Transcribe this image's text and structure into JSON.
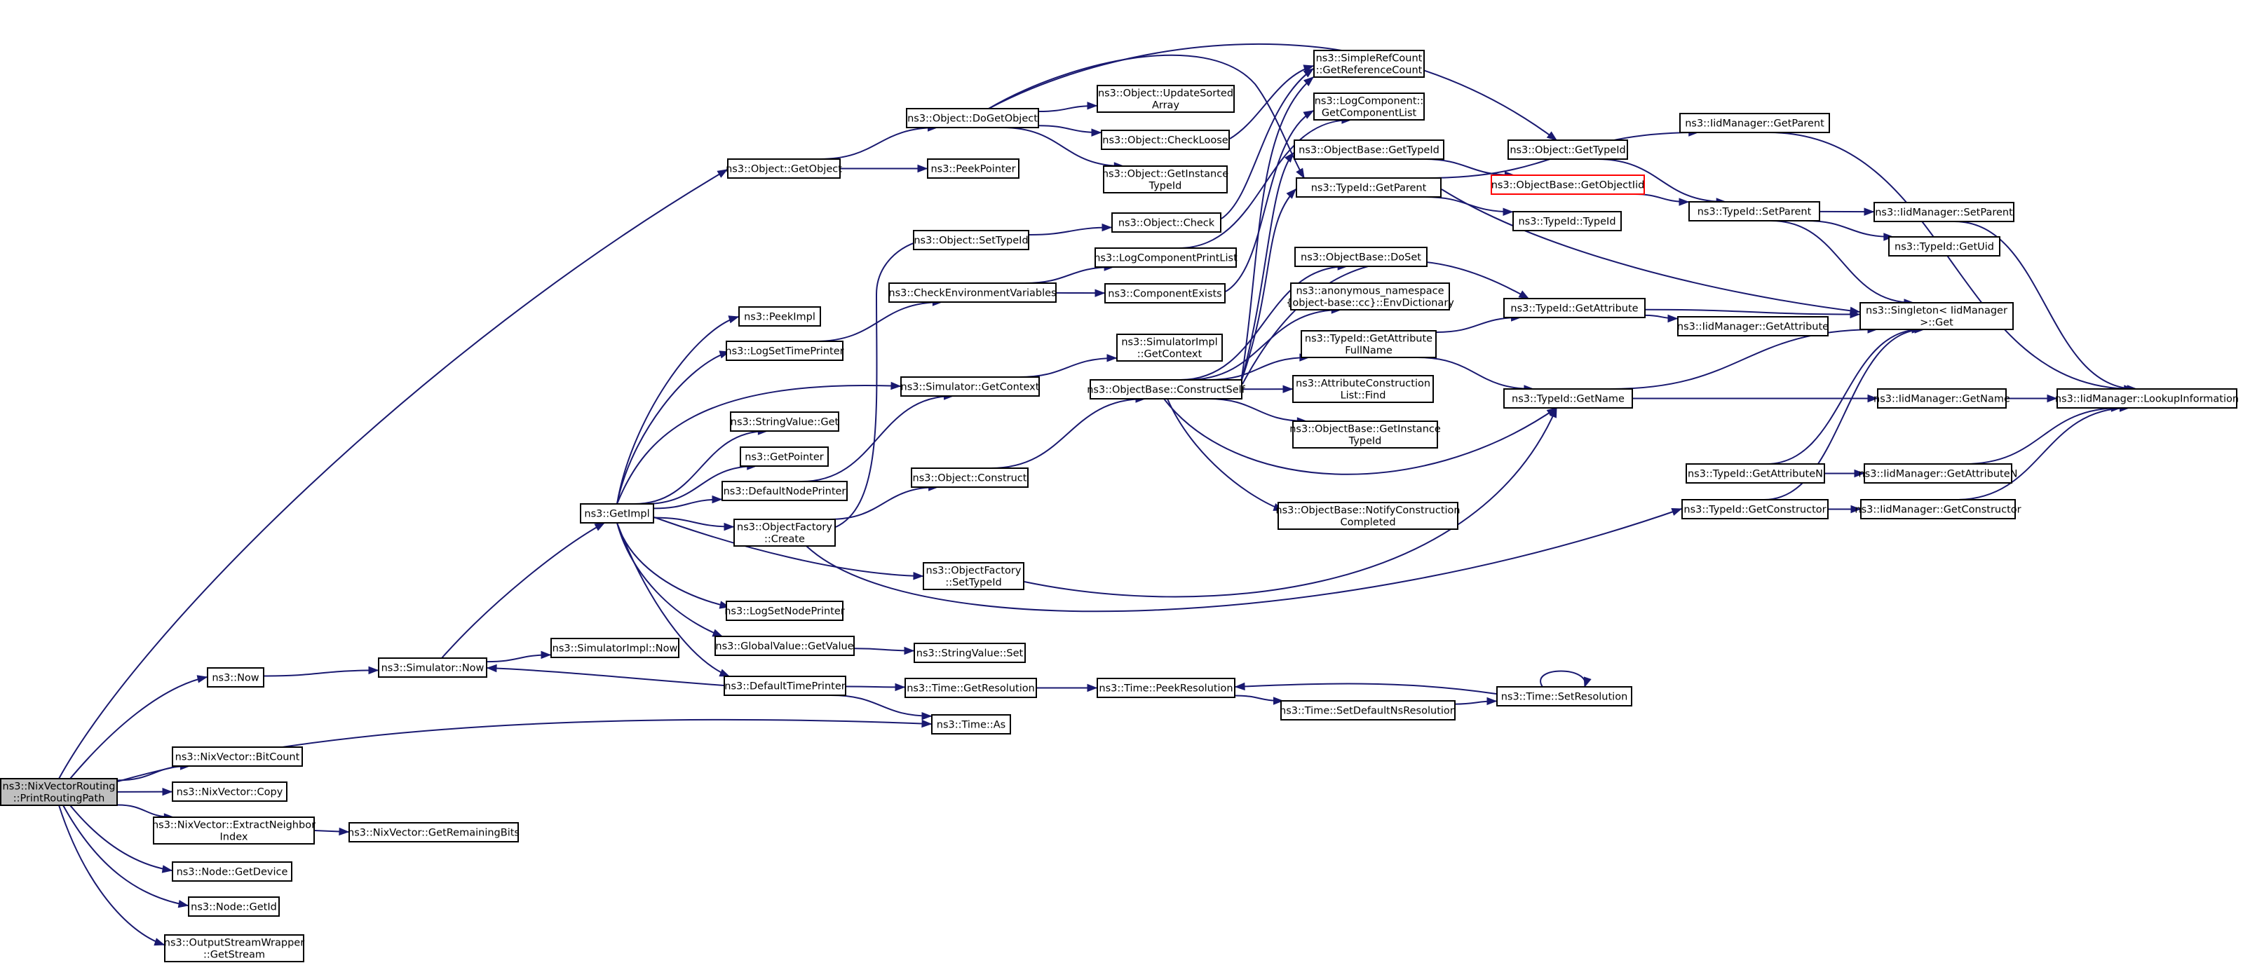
{
  "graph": {
    "colors": {
      "edge": "#191970",
      "node_border": "#000000",
      "root_fill": "#bfbfbf",
      "highlight_border": "#ff0000"
    },
    "nodes": [
      {
        "id": "root",
        "lines": [
          "ns3::NixVectorRouting",
          "::PrintRoutingPath"
        ],
        "root": true
      },
      {
        "id": "getobject",
        "lines": [
          "ns3::Object::GetObject"
        ]
      },
      {
        "id": "now",
        "lines": [
          "ns3::Now"
        ]
      },
      {
        "id": "timeas",
        "lines": [
          "ns3::Time::As"
        ]
      },
      {
        "id": "bitcount",
        "lines": [
          "ns3::NixVector::BitCount"
        ]
      },
      {
        "id": "nixcopy",
        "lines": [
          "ns3::NixVector::Copy"
        ]
      },
      {
        "id": "extract",
        "lines": [
          "ns3::NixVector::ExtractNeighbor",
          "Index"
        ]
      },
      {
        "id": "remaining",
        "lines": [
          "ns3::NixVector::GetRemainingBits"
        ]
      },
      {
        "id": "getdevice",
        "lines": [
          "ns3::Node::GetDevice"
        ]
      },
      {
        "id": "getid",
        "lines": [
          "ns3::Node::GetId"
        ]
      },
      {
        "id": "getstream",
        "lines": [
          "ns3::OutputStreamWrapper",
          "::GetStream"
        ]
      },
      {
        "id": "dogetobject",
        "lines": [
          "ns3::Object::DoGetObject"
        ]
      },
      {
        "id": "peekpointer",
        "lines": [
          "ns3::PeekPointer"
        ]
      },
      {
        "id": "updatesorted",
        "lines": [
          "ns3::Object::UpdateSorted",
          "Array"
        ]
      },
      {
        "id": "checkloose",
        "lines": [
          "ns3::Object::CheckLoose"
        ]
      },
      {
        "id": "getinstancetypeid",
        "lines": [
          "ns3::Object::GetInstance",
          "TypeId"
        ]
      },
      {
        "id": "getrefcount",
        "lines": [
          "ns3::SimpleRefCount",
          "::GetReferenceCount"
        ]
      },
      {
        "id": "getcomplist",
        "lines": [
          "ns3::LogComponent::",
          "GetComponentList"
        ]
      },
      {
        "id": "objbase_gettypeid",
        "lines": [
          "ns3::ObjectBase::GetTypeId"
        ]
      },
      {
        "id": "typeid_getparent",
        "lines": [
          "ns3::TypeId::GetParent"
        ]
      },
      {
        "id": "object_gettypeid",
        "lines": [
          "ns3::Object::GetTypeId"
        ]
      },
      {
        "id": "iid_getparent",
        "lines": [
          "ns3::IidManager::GetParent"
        ]
      },
      {
        "id": "getobjectiid",
        "lines": [
          "ns3::ObjectBase::GetObjectIid"
        ],
        "highlight": true
      },
      {
        "id": "typeid_setparent",
        "lines": [
          "ns3::TypeId::SetParent"
        ]
      },
      {
        "id": "iid_setparent",
        "lines": [
          "ns3::IidManager::SetParent"
        ]
      },
      {
        "id": "typeid_typeid",
        "lines": [
          "ns3::TypeId::TypeId"
        ]
      },
      {
        "id": "getuid",
        "lines": [
          "ns3::TypeId::GetUid"
        ]
      },
      {
        "id": "singleton",
        "lines": [
          "ns3::Singleton< IidManager",
          " >::Get"
        ]
      },
      {
        "id": "settypeid",
        "lines": [
          "ns3::Object::SetTypeId"
        ]
      },
      {
        "id": "objcheck",
        "lines": [
          "ns3::Object::Check"
        ]
      },
      {
        "id": "logcompprint",
        "lines": [
          "ns3::LogComponentPrintList"
        ]
      },
      {
        "id": "checkenv",
        "lines": [
          "ns3::CheckEnvironmentVariables"
        ]
      },
      {
        "id": "compexists",
        "lines": [
          "ns3::ComponentExists"
        ]
      },
      {
        "id": "doset",
        "lines": [
          "ns3::ObjectBase::DoSet"
        ]
      },
      {
        "id": "envdict",
        "lines": [
          "ns3::anonymous_namespace",
          "{object-base::cc}::EnvDictionary"
        ]
      },
      {
        "id": "typeid_getattribute",
        "lines": [
          "ns3::TypeId::GetAttribute"
        ]
      },
      {
        "id": "iid_getattribute",
        "lines": [
          "ns3::IidManager::GetAttribute"
        ]
      },
      {
        "id": "peekimpl",
        "lines": [
          "ns3::PeekImpl"
        ]
      },
      {
        "id": "logsettime",
        "lines": [
          "ns3::LogSetTimePrinter"
        ]
      },
      {
        "id": "simgetcontext",
        "lines": [
          "ns3::Simulator::GetContext"
        ]
      },
      {
        "id": "simimplgetcontext",
        "lines": [
          "ns3::SimulatorImpl",
          "::GetContext"
        ]
      },
      {
        "id": "constructself",
        "lines": [
          "ns3::ObjectBase::ConstructSelf"
        ]
      },
      {
        "id": "getattrfullname",
        "lines": [
          "ns3::TypeId::GetAttribute",
          "FullName"
        ]
      },
      {
        "id": "attrconstfind",
        "lines": [
          "ns3::AttributeConstruction",
          "List::Find"
        ]
      },
      {
        "id": "typeid_getname",
        "lines": [
          "ns3::TypeId::GetName"
        ]
      },
      {
        "id": "iid_getname",
        "lines": [
          "ns3::IidManager::GetName"
        ]
      },
      {
        "id": "lookupinfo",
        "lines": [
          "ns3::IidManager::LookupInformation"
        ]
      },
      {
        "id": "stringvalueget",
        "lines": [
          "ns3::StringValue::Get"
        ]
      },
      {
        "id": "objbase_getinstancetypeid",
        "lines": [
          "ns3::ObjectBase::GetInstance",
          "TypeId"
        ]
      },
      {
        "id": "getpointer",
        "lines": [
          "ns3::GetPointer"
        ]
      },
      {
        "id": "getattributen",
        "lines": [
          "ns3::TypeId::GetAttributeN"
        ]
      },
      {
        "id": "iid_getattributen",
        "lines": [
          "ns3::IidManager::GetAttributeN"
        ]
      },
      {
        "id": "defaultnodeprinter",
        "lines": [
          "ns3::DefaultNodePrinter"
        ]
      },
      {
        "id": "objconstruct",
        "lines": [
          "ns3::Object::Construct"
        ]
      },
      {
        "id": "getconstructor",
        "lines": [
          "ns3::TypeId::GetConstructor"
        ]
      },
      {
        "id": "iid_getconstructor",
        "lines": [
          "ns3::IidManager::GetConstructor"
        ]
      },
      {
        "id": "getimpl",
        "lines": [
          "ns3::GetImpl"
        ]
      },
      {
        "id": "notifyconst",
        "lines": [
          "ns3::ObjectBase::NotifyConstruction",
          "Completed"
        ]
      },
      {
        "id": "factorycreate",
        "lines": [
          "ns3::ObjectFactory",
          "::Create"
        ]
      },
      {
        "id": "factorysettypeid",
        "lines": [
          "ns3::ObjectFactory",
          "::SetTypeId"
        ]
      },
      {
        "id": "lognodeprinter",
        "lines": [
          "ns3::LogSetNodePrinter"
        ]
      },
      {
        "id": "gvgetvalue",
        "lines": [
          "ns3::GlobalValue::GetValue"
        ]
      },
      {
        "id": "stringvalueset",
        "lines": [
          "ns3::StringValue::Set"
        ]
      },
      {
        "id": "simnow",
        "lines": [
          "ns3::Simulator::Now"
        ]
      },
      {
        "id": "simimplnow",
        "lines": [
          "ns3::SimulatorImpl::Now"
        ]
      },
      {
        "id": "defaulttimeprinter",
        "lines": [
          "ns3::DefaultTimePrinter"
        ]
      },
      {
        "id": "getresolution",
        "lines": [
          "ns3::Time::GetResolution"
        ]
      },
      {
        "id": "peekresolution",
        "lines": [
          "ns3::Time::PeekResolution"
        ]
      },
      {
        "id": "setresolution",
        "lines": [
          "ns3::Time::SetResolution"
        ]
      },
      {
        "id": "setdefaultns",
        "lines": [
          "ns3::Time::SetDefaultNsResolution"
        ]
      }
    ],
    "edges": [
      [
        "root",
        "getobject"
      ],
      [
        "root",
        "now"
      ],
      [
        "root",
        "timeas"
      ],
      [
        "root",
        "bitcount"
      ],
      [
        "root",
        "nixcopy"
      ],
      [
        "root",
        "extract"
      ],
      [
        "root",
        "getdevice"
      ],
      [
        "root",
        "getid"
      ],
      [
        "root",
        "getstream"
      ],
      [
        "extract",
        "remaining"
      ],
      [
        "getobject",
        "dogetobject"
      ],
      [
        "getobject",
        "peekpointer"
      ],
      [
        "dogetobject",
        "updatesorted"
      ],
      [
        "dogetobject",
        "checkloose"
      ],
      [
        "dogetobject",
        "getinstancetypeid"
      ],
      [
        "dogetobject",
        "object_gettypeid"
      ],
      [
        "dogetobject",
        "typeid_getparent"
      ],
      [
        "checkloose",
        "getrefcount"
      ],
      [
        "objbase_gettypeid",
        "getobjectiid"
      ],
      [
        "object_gettypeid",
        "typeid_setparent"
      ],
      [
        "typeid_getparent",
        "iid_getparent"
      ],
      [
        "typeid_getparent",
        "typeid_typeid"
      ],
      [
        "typeid_getparent",
        "singleton"
      ],
      [
        "getobjectiid",
        "typeid_setparent"
      ],
      [
        "typeid_setparent",
        "iid_setparent"
      ],
      [
        "typeid_setparent",
        "getuid"
      ],
      [
        "typeid_setparent",
        "singleton"
      ],
      [
        "iid_getparent",
        "lookupinfo"
      ],
      [
        "iid_setparent",
        "lookupinfo"
      ],
      [
        "getimpl",
        "peekimpl"
      ],
      [
        "getimpl",
        "logsettime"
      ],
      [
        "getimpl",
        "simgetcontext"
      ],
      [
        "getimpl",
        "stringvalueget"
      ],
      [
        "getimpl",
        "getpointer"
      ],
      [
        "getimpl",
        "defaultnodeprinter"
      ],
      [
        "getimpl",
        "factorycreate"
      ],
      [
        "getimpl",
        "factorysettypeid"
      ],
      [
        "getimpl",
        "lognodeprinter"
      ],
      [
        "getimpl",
        "gvgetvalue"
      ],
      [
        "getimpl",
        "defaulttimeprinter"
      ],
      [
        "logsettime",
        "checkenv"
      ],
      [
        "checkenv",
        "logcompprint"
      ],
      [
        "checkenv",
        "compexists"
      ],
      [
        "logcompprint",
        "getcomplist"
      ],
      [
        "compexists",
        "getcomplist"
      ],
      [
        "settypeid",
        "objcheck"
      ],
      [
        "objcheck",
        "getrefcount"
      ],
      [
        "simgetcontext",
        "simimplgetcontext"
      ],
      [
        "defaultnodeprinter",
        "simgetcontext"
      ],
      [
        "factorycreate",
        "settypeid"
      ],
      [
        "factorycreate",
        "objconstruct"
      ],
      [
        "factorycreate",
        "getconstructor"
      ],
      [
        "objconstruct",
        "constructself"
      ],
      [
        "constructself",
        "getrefcount"
      ],
      [
        "constructself",
        "objbase_gettypeid"
      ],
      [
        "constructself",
        "typeid_getparent"
      ],
      [
        "constructself",
        "doset"
      ],
      [
        "constructself",
        "envdict"
      ],
      [
        "constructself",
        "typeid_getattribute"
      ],
      [
        "constructself",
        "getattrfullname"
      ],
      [
        "constructself",
        "attrconstfind"
      ],
      [
        "constructself",
        "objbase_getinstancetypeid"
      ],
      [
        "constructself",
        "notifyconst"
      ],
      [
        "constructself",
        "typeid_getname"
      ],
      [
        "getattrfullname",
        "typeid_getattribute"
      ],
      [
        "getattrfullname",
        "typeid_getname"
      ],
      [
        "typeid_getattribute",
        "iid_getattribute"
      ],
      [
        "typeid_getattribute",
        "singleton"
      ],
      [
        "typeid_getname",
        "iid_getname"
      ],
      [
        "typeid_getname",
        "singleton"
      ],
      [
        "iid_getname",
        "lookupinfo"
      ],
      [
        "getattributen",
        "iid_getattributen"
      ],
      [
        "getattributen",
        "singleton"
      ],
      [
        "iid_getattributen",
        "lookupinfo"
      ],
      [
        "getconstructor",
        "iid_getconstructor"
      ],
      [
        "getconstructor",
        "singleton"
      ],
      [
        "iid_getconstructor",
        "lookupinfo"
      ],
      [
        "factorysettypeid",
        "typeid_getname"
      ],
      [
        "gvgetvalue",
        "stringvalueset"
      ],
      [
        "now",
        "simnow"
      ],
      [
        "simnow",
        "getimpl"
      ],
      [
        "simnow",
        "simimplnow"
      ],
      [
        "defaulttimeprinter",
        "simnow"
      ],
      [
        "defaulttimeprinter",
        "getresolution"
      ],
      [
        "defaulttimeprinter",
        "timeas"
      ],
      [
        "getresolution",
        "peekresolution"
      ],
      [
        "peekresolution",
        "setdefaultns"
      ],
      [
        "setdefaultns",
        "setresolution"
      ],
      [
        "setresolution",
        "peekresolution"
      ],
      [
        "setresolution",
        "setresolution"
      ]
    ]
  }
}
